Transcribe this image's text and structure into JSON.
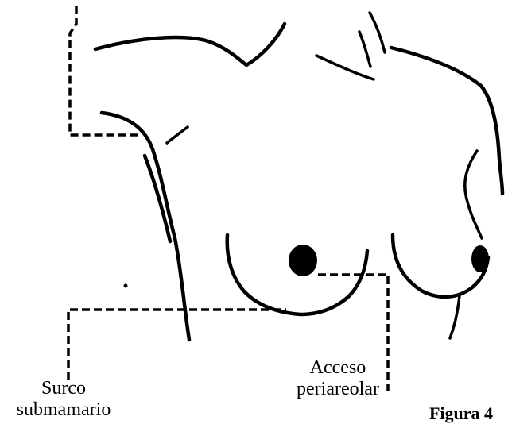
{
  "labels": {
    "surco_line1": "Surco",
    "surco_line2": "submamario",
    "acceso_line1": "Acceso",
    "acceso_line2": "periareolar"
  },
  "caption": "Figura 4",
  "colors": {
    "ink": "#000000",
    "background": "#ffffff"
  }
}
